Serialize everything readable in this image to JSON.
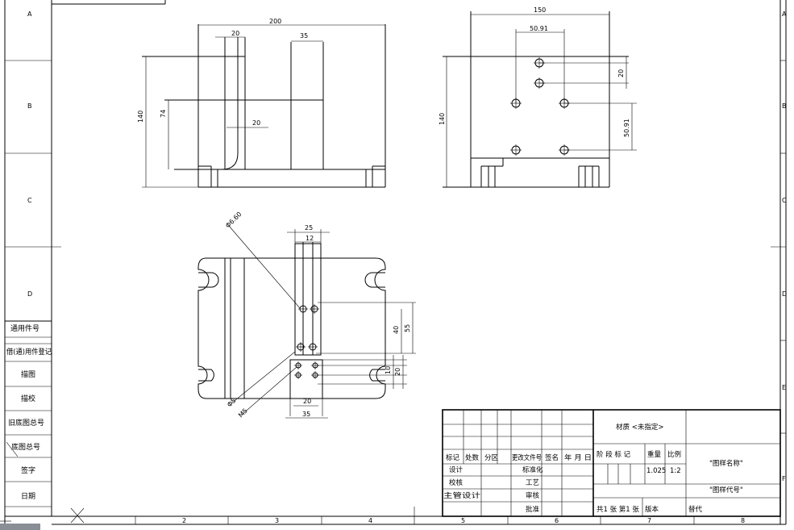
{
  "zones": {
    "rows": [
      "A",
      "B",
      "C",
      "D",
      "E",
      "F"
    ],
    "cols": [
      "2",
      "3",
      "4",
      "5",
      "6",
      "7",
      "8"
    ]
  },
  "side_block": {
    "labels": [
      "通用件号",
      "借(通)用件登记",
      "描图",
      "描校",
      "旧底图总号",
      "底图总号",
      "签字",
      "日期"
    ]
  },
  "front_view": {
    "width": "200",
    "height": "140",
    "top_offset": "20",
    "slot_width": "35",
    "step": "74",
    "inner_offset": "20"
  },
  "side_view": {
    "width": "150",
    "hole_spacing": "50.91",
    "height": "140",
    "pin_spacing": "20",
    "lower_spacing": "50.91"
  },
  "top_view": {
    "diameter": "Φ6.60",
    "width_25": "25",
    "width_12": "12",
    "dim_40": "40",
    "dim_55": "55",
    "dim_10": "10",
    "dim_20v": "20",
    "bottom_20": "20",
    "bottom_35": "35",
    "phi5": "Φ5",
    "thread": "M5"
  },
  "title_block": {
    "headers": [
      "标记",
      "处数",
      "分区",
      "更改文件号",
      "签名",
      "年 月 日"
    ],
    "row_design": [
      "设计",
      "标准化"
    ],
    "row_check": [
      "校核",
      "工艺"
    ],
    "row_chief": [
      "主管设计",
      "审核"
    ],
    "row_approve": [
      "批准"
    ],
    "stage": "阶 段 标 记",
    "weight_label": "重量",
    "scale_label": "比例",
    "weight": "1.025",
    "scale": "1:2",
    "material": "材质 <未指定>",
    "drawing_name": "\"图样名称\"",
    "drawing_code": "\"图样代号\"",
    "sheets": "共1 张 第1 张",
    "version": "版本",
    "replace": "替代"
  }
}
